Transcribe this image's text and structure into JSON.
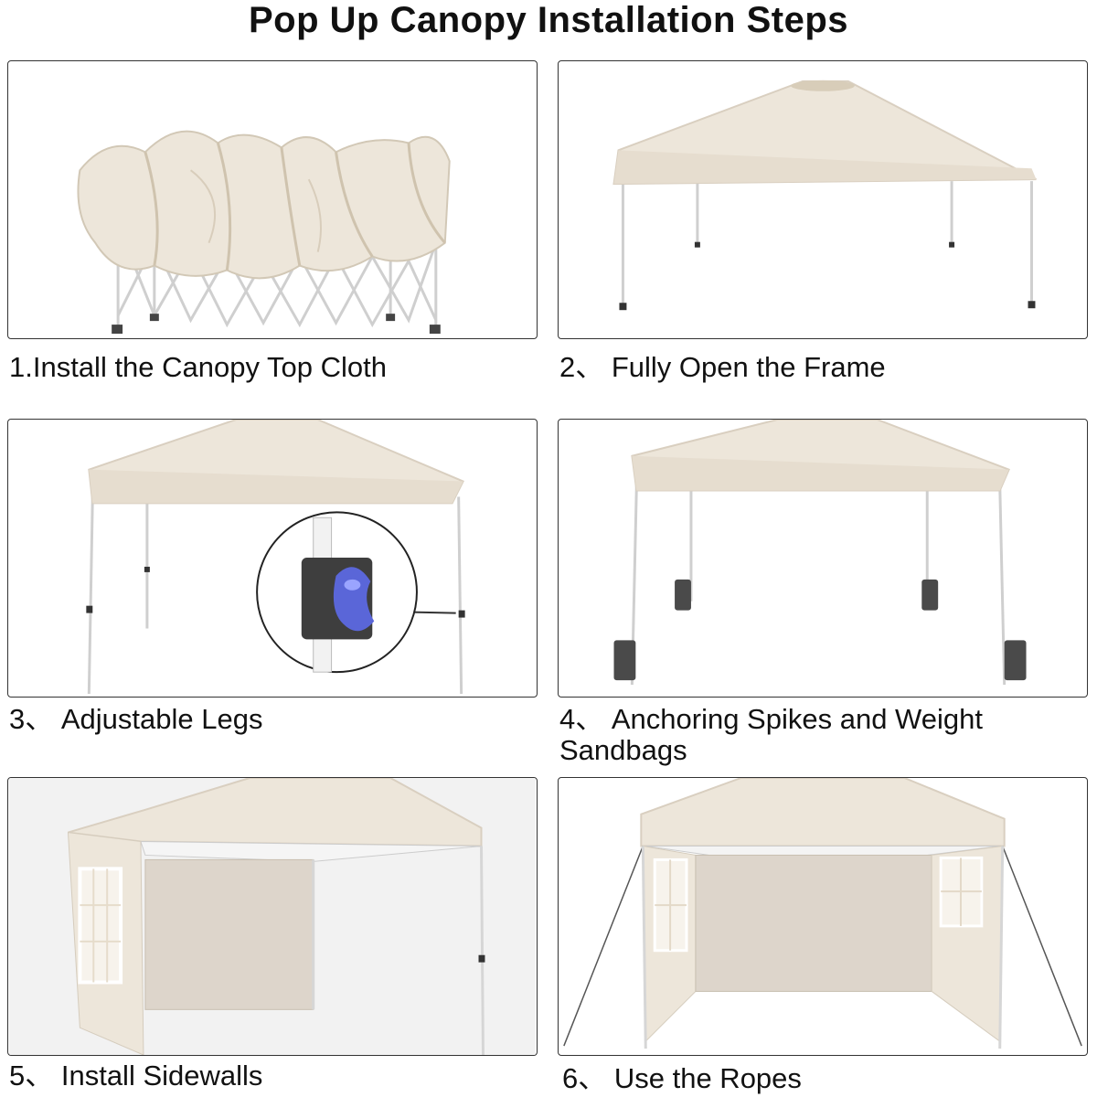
{
  "title": "Pop Up Canopy Installation Steps",
  "steps": [
    {
      "caption": "1.Install the Canopy Top Cloth",
      "icon": "folded-canopy-frame-image"
    },
    {
      "caption": "2、 Fully Open the Frame",
      "icon": "open-canopy-image"
    },
    {
      "caption": "3、 Adjustable Legs",
      "icon": "canopy-with-leg-clip-detail-image"
    },
    {
      "caption": "4、 Anchoring Spikes and Weight Sandbags",
      "icon": "canopy-with-sandbags-image"
    },
    {
      "caption": "5、 Install Sidewalls",
      "icon": "canopy-with-sidewalls-image"
    },
    {
      "caption": "6、 Use the Ropes",
      "icon": "canopy-with-ropes-image"
    }
  ],
  "colors": {
    "canopy": "#ede6da",
    "canopy_shadow": "#d9cfc0",
    "frame": "#e8e8e8",
    "border": "#333333",
    "clip_blue": "#5a66d8"
  }
}
